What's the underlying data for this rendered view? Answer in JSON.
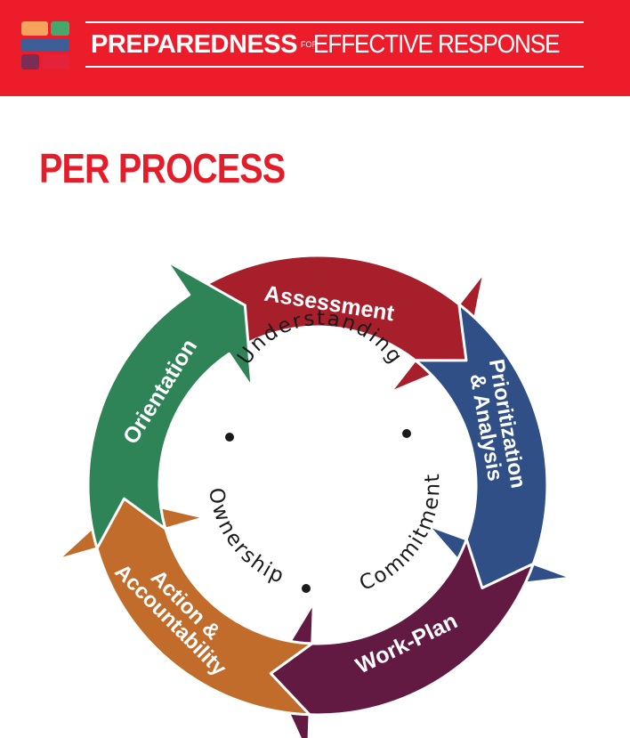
{
  "header": {
    "title_main": "PREPAREDNESS",
    "title_for": "FOR",
    "title_rest": "EFFECTIVE RESPONSE",
    "background_color": "#ec1c2a",
    "logo_colors": [
      "#f5a25d",
      "#46a96b",
      "#3e5e98",
      "#7b2e55",
      "#e4223a",
      "#c06a2d"
    ]
  },
  "page_title": "PER PROCESS",
  "diagram": {
    "stages": [
      {
        "label": "Assessment",
        "color": "#a81f2c"
      },
      {
        "label_lines": [
          "Prioritization",
          "& Analysis"
        ],
        "color": "#2f4f86"
      },
      {
        "label": "Work-Plan",
        "color": "#621a43"
      },
      {
        "label_lines": [
          "Action &",
          "Accountability"
        ],
        "color": "#c16c2b"
      },
      {
        "label": "Orientation",
        "color": "#2e8457"
      }
    ],
    "center_words": [
      "Understanding",
      "Commitment",
      "Ownership"
    ]
  }
}
